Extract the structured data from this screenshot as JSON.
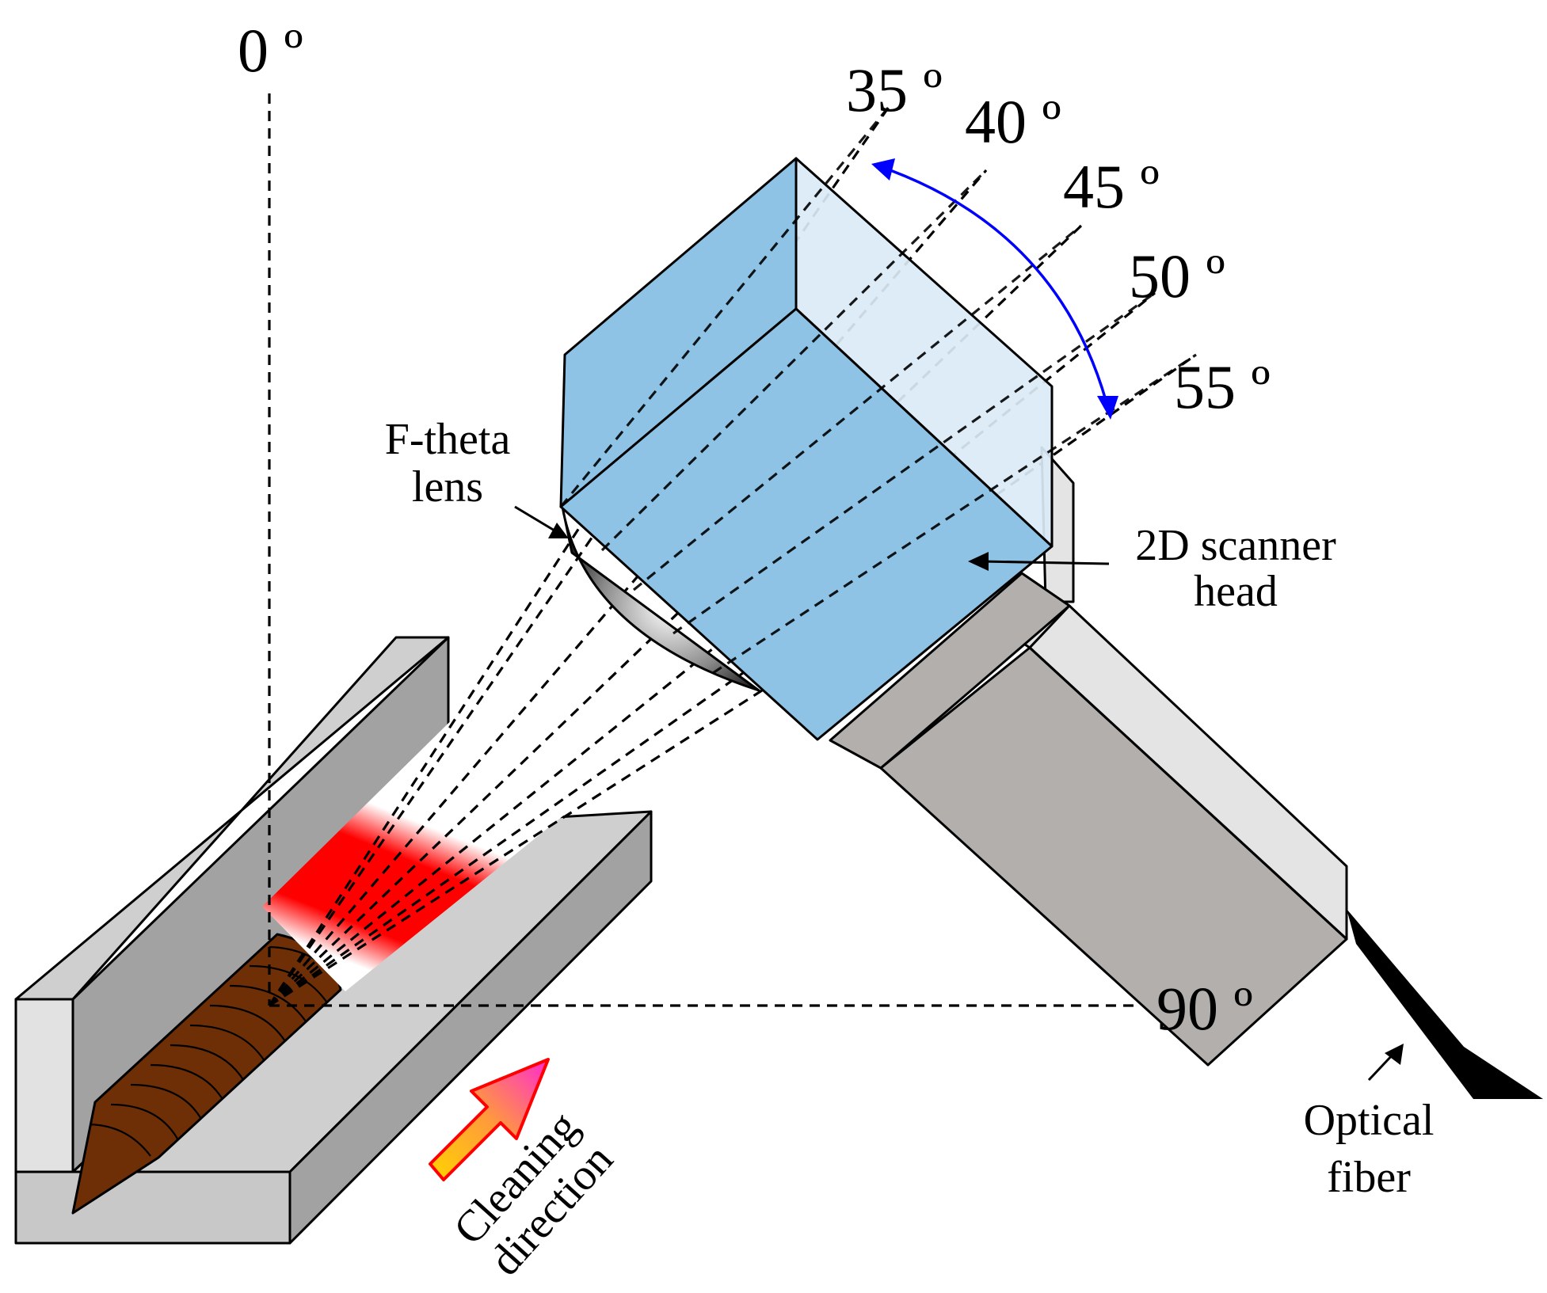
{
  "angles": {
    "a0": "0 º",
    "a35": "35 º",
    "a40": "40 º",
    "a45": "45 º",
    "a50": "50 º",
    "a55": "55 º",
    "a90": "90 º"
  },
  "labels": {
    "ftheta_line1": "F-theta",
    "ftheta_line2": "lens",
    "scanner_line1": "2D scanner",
    "scanner_line2": "head",
    "fiber_line1": "Optical",
    "fiber_line2": "fiber",
    "cleaning_line1": "Cleaning",
    "cleaning_line2": "direction"
  },
  "colors": {
    "scanner_front": "#8ec3e6",
    "scanner_side": "#dbeaf6",
    "body_dark": "#b3afad",
    "body_light": "#e4e4e4",
    "plate_top": "#cfcfcf",
    "plate_side": "#a2a2a2",
    "weld": "#6e2f06",
    "laser": "#ff0000",
    "swing_arrow": "#0000ff",
    "cleaning_arrow_fill": "#ff40c0",
    "cleaning_arrow_edge": "#ff0000",
    "fiber": "#000000"
  }
}
